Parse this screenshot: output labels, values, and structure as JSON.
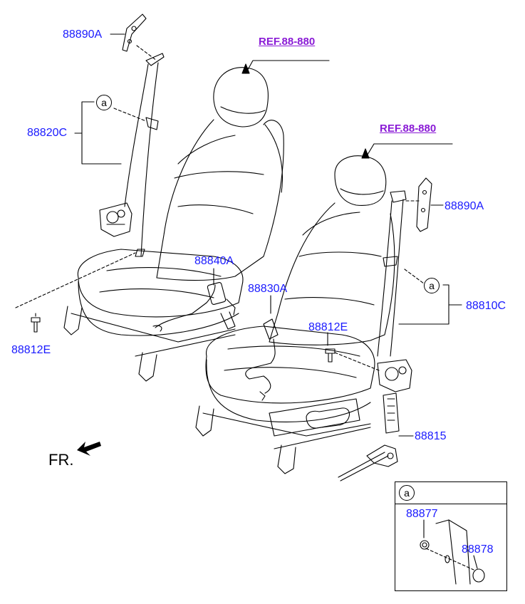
{
  "labels": {
    "p88890a_top": "88890A",
    "p88820c": "88820C",
    "p88812e_left": "88812E",
    "p88840a": "88840A",
    "p88830a": "88830A",
    "p88812e_right": "88812E",
    "p88890a_right": "88890A",
    "p88810c": "88810C",
    "p88815": "88815",
    "p88877": "88877",
    "p88878": "88878"
  },
  "refs": {
    "ref_left": "REF.88-880",
    "ref_right": "REF.88-880"
  },
  "callout_letter": "a",
  "direction_label": "FR.",
  "colors": {
    "part_label": "#1a1aff",
    "ref_label": "#8a1bd6",
    "line_art": "#000000"
  }
}
